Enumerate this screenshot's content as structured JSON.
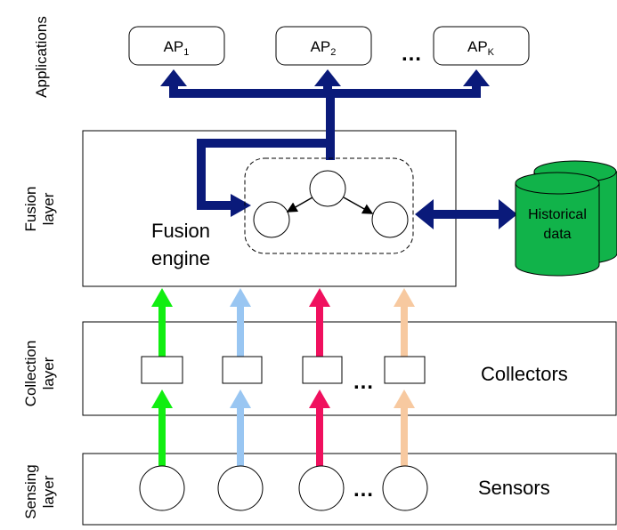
{
  "layers": {
    "applications": [
      "Applications"
    ],
    "fusion": [
      "Fusion",
      "layer"
    ],
    "collection": [
      "Collection",
      "layer"
    ],
    "sensing": [
      "Sensing",
      "layer"
    ]
  },
  "applications": {
    "ap1": {
      "base": "AP",
      "sub": "1"
    },
    "ap2": {
      "base": "AP",
      "sub": "2"
    },
    "apk": {
      "base": "AP",
      "sub": "K"
    },
    "ellipsis": "…"
  },
  "fusion_engine": {
    "line1": "Fusion",
    "line2": "engine"
  },
  "historical_data": {
    "line1": "Historical",
    "line2": "data"
  },
  "collectors_label": "Collectors",
  "sensors_label": "Sensors",
  "collector_ellipsis": "…",
  "sensor_ellipsis": "…",
  "colors": {
    "app_arrows": "#0a1a7a",
    "db": "#11b34a",
    "stream_green": "#11ee11",
    "stream_blue": "#99c6f2",
    "stream_red": "#f0105e",
    "stream_orange": "#f7c9a0"
  }
}
